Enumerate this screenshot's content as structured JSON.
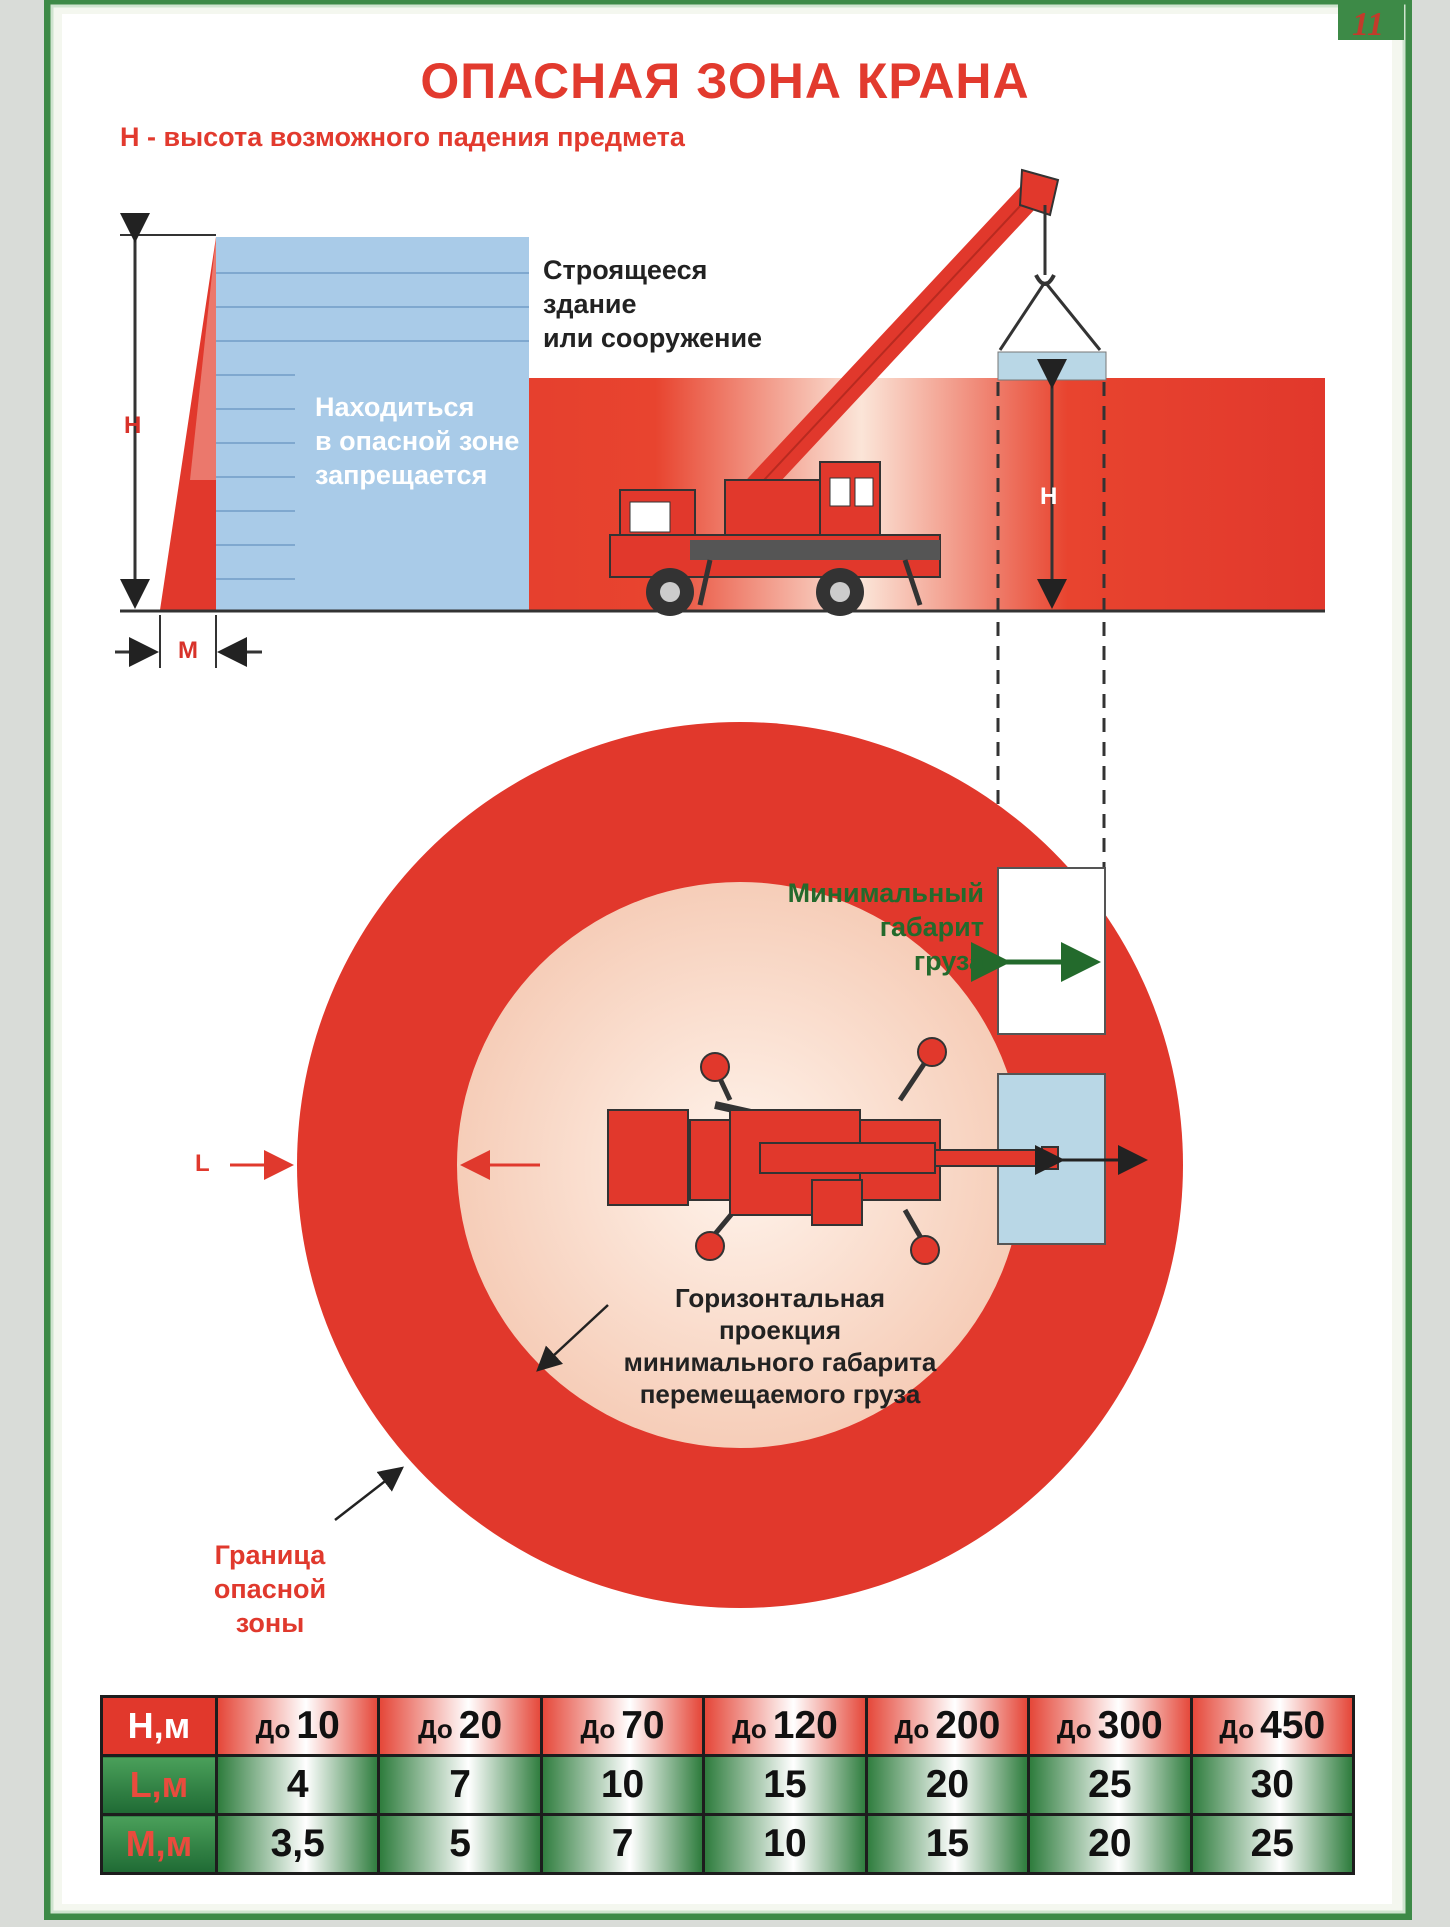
{
  "page_number": "11",
  "title": "ОПАСНАЯ ЗОНА КРАНА",
  "subtitle": "Н - высота возможного падения предмета",
  "side_view": {
    "building_label": [
      "Строящееся",
      "здание",
      "или сооружение"
    ],
    "danger_zone_label": [
      "Находиться",
      "в опасной зоне",
      "запрещается"
    ],
    "height_label_left": "Н",
    "height_label_right": "Н",
    "offset_label": "М"
  },
  "plan_view": {
    "min_cargo_label": [
      "Минимальный",
      "габарит",
      "груза"
    ],
    "radius_label": "L",
    "projection_label": [
      "Горизонтальная",
      "проекция",
      "минимального габарита",
      "перемещаемого груза"
    ],
    "boundary_label": [
      "Граница",
      "опасной",
      "зоны"
    ]
  },
  "table": {
    "row_h_header": "Н,м",
    "row_l_header": "L,м",
    "row_m_header": "М,м",
    "prefix": "До",
    "heights": [
      "10",
      "20",
      "70",
      "120",
      "200",
      "300",
      "450"
    ],
    "l_values": [
      "4",
      "7",
      "10",
      "15",
      "20",
      "25",
      "30"
    ],
    "m_values": [
      "3,5",
      "5",
      "7",
      "10",
      "15",
      "20",
      "25"
    ]
  },
  "colors": {
    "danger_red": "#e1382c",
    "frame_green": "#3d8a47",
    "building_blue": "#a9cbe8",
    "light_zone": "#f8dccc",
    "cargo_blue": "#b9d7e6"
  }
}
